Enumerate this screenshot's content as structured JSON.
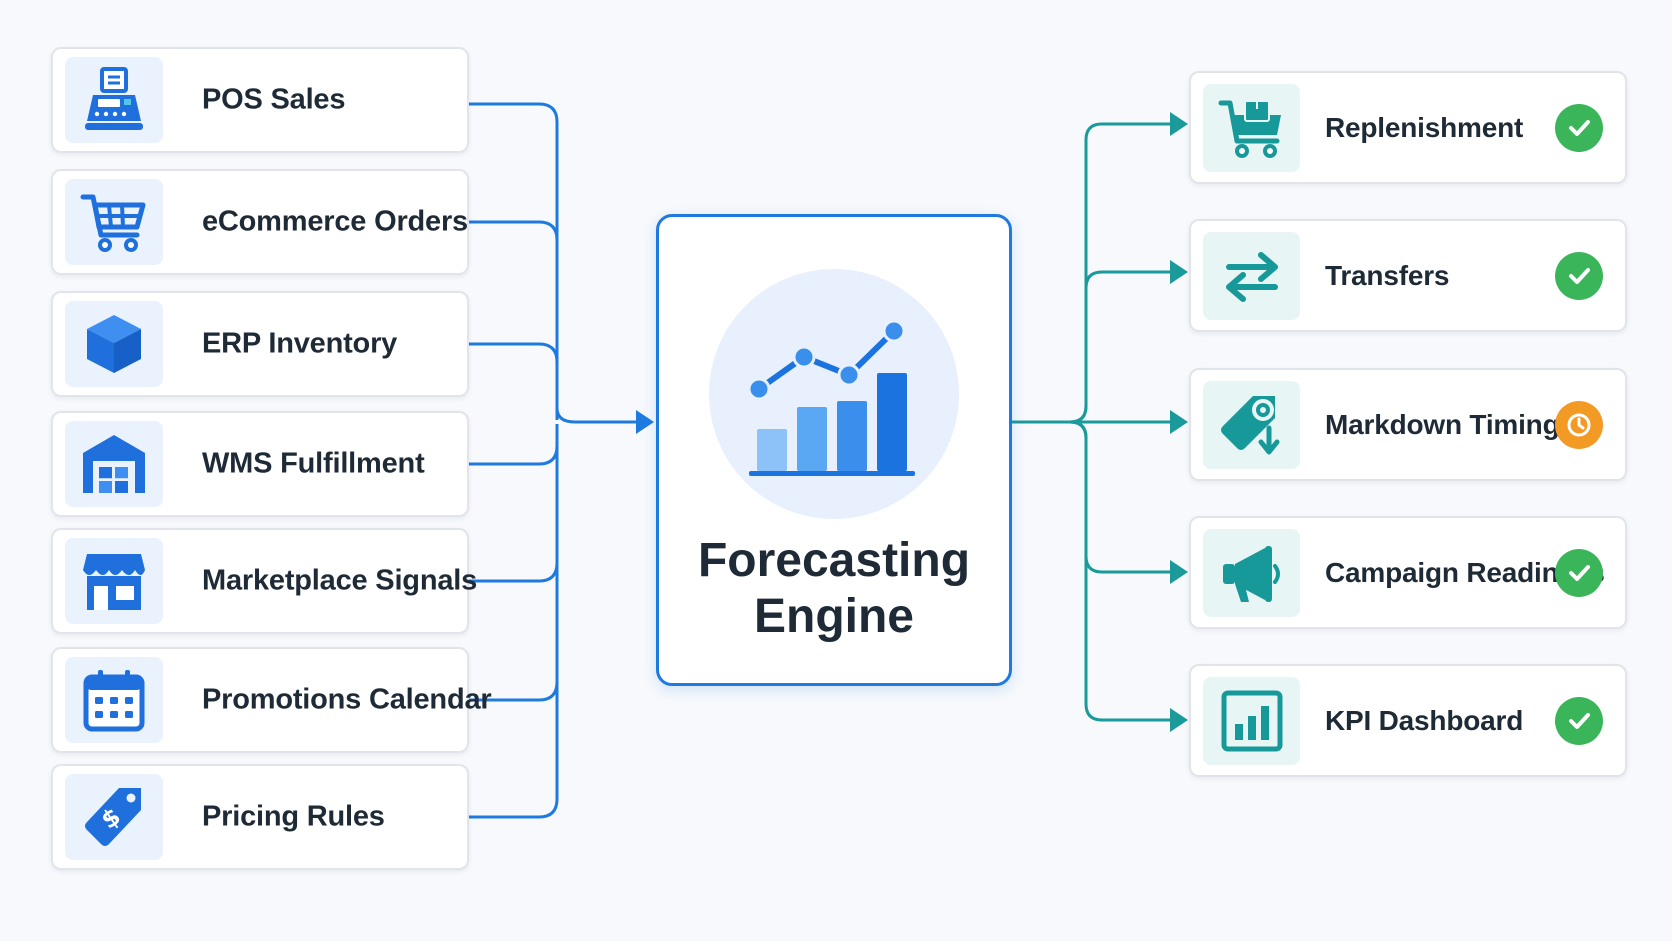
{
  "sources": [
    {
      "label": "POS Sales",
      "icon": "pos-terminal-icon"
    },
    {
      "label": "eCommerce Orders",
      "icon": "shopping-cart-icon"
    },
    {
      "label": "ERP Inventory",
      "icon": "box-icon"
    },
    {
      "label": "WMS Fulfillment",
      "icon": "warehouse-icon"
    },
    {
      "label": "Marketplace Signals",
      "icon": "storefront-icon"
    },
    {
      "label": "Promotions Calendar",
      "icon": "calendar-icon"
    },
    {
      "label": "Pricing Rules",
      "icon": "price-tag-icon"
    }
  ],
  "engine": {
    "title_line1": "Forecasting",
    "title_line2": "Engine",
    "icon": "growth-chart-icon"
  },
  "outputs": [
    {
      "label": "Replenishment",
      "icon": "cart-with-box-icon",
      "status": "complete"
    },
    {
      "label": "Transfers",
      "icon": "transfer-arrows-icon",
      "status": "complete"
    },
    {
      "label": "Markdown Timing",
      "icon": "markdown-tag-icon",
      "status": "pending"
    },
    {
      "label": "Campaign Readiness",
      "icon": "megaphone-icon",
      "status": "complete"
    },
    {
      "label": "KPI Dashboard",
      "icon": "bar-chart-icon",
      "status": "complete"
    }
  ],
  "colors": {
    "input_line": "#1f7ae0",
    "output_line": "#1a9a9a",
    "source_icon": "#1f6fdc",
    "output_icon": "#17999a",
    "status_complete": "#3bb55a",
    "status_pending": "#f39a24"
  }
}
